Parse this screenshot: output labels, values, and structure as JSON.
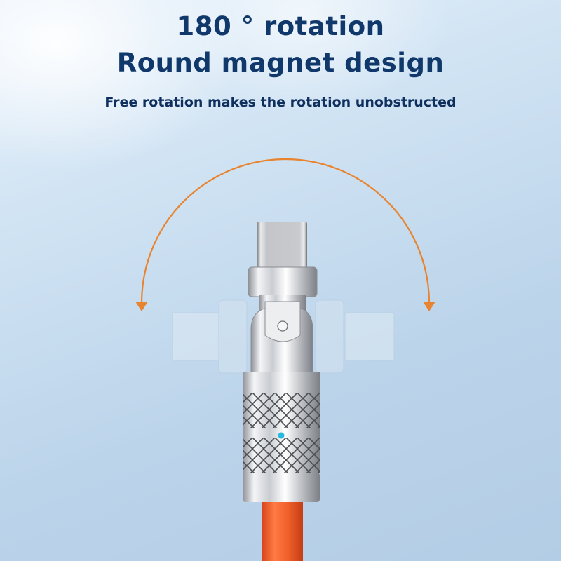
{
  "headline": {
    "line1": "180 ° rotation",
    "line2": "Round magnet design"
  },
  "subheadline": "Free rotation makes the rotation unobstructed",
  "product": {
    "name": "USB-C rotating cable connector",
    "arrow_icon": "rotation-arc-arrow-icon",
    "colors": {
      "heading": "#11386a",
      "arrow": "#e8832f",
      "cable": "#f2622c",
      "indicator_led": "#27b9de",
      "background": "#c3d9ee"
    }
  }
}
